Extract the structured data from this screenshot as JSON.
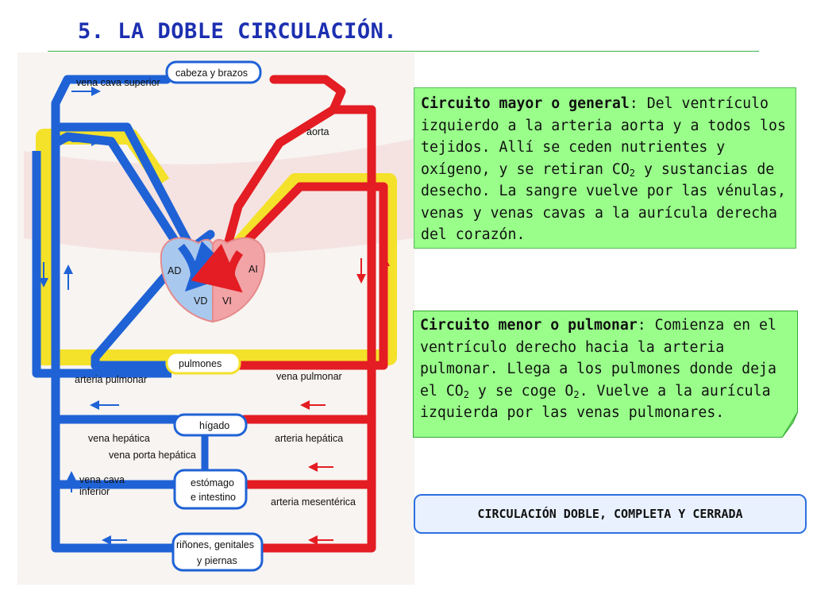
{
  "title": "5. LA DOBLE CIRCULACIÓN.",
  "diagram": {
    "labels": {
      "vena_cava_superior": "vena cava superior",
      "cabeza_brazos": "cabeza y brazos",
      "aorta": "aorta",
      "ad": "AD",
      "ai": "AI",
      "vd": "VD",
      "vi": "VI",
      "pulmones": "pulmones",
      "arteria_pulmonar": "arteria pulmonar",
      "vena_pulmonar": "vena pulmonar",
      "higado": "hígado",
      "vena_hepatica": "vena hepática",
      "arteria_hepatica": "arteria hepática",
      "vena_porta": "vena porta hepática",
      "vena_cava_inferior_1": "vena cava",
      "vena_cava_inferior_2": "inferior",
      "estomago_1": "estómago",
      "estomago_2": "e intestino",
      "arteria_mesenterica": "arteria mesentérica",
      "rinones_1": "riñones, genitales",
      "rinones_2": "y piernas"
    },
    "colors": {
      "vein": "#1f62d6",
      "artery": "#e31d23",
      "pulmonary_loop": "#f4e12a",
      "heart_right": "#a9c8ee",
      "heart_left": "#f2a3a6"
    }
  },
  "circuito_mayor": {
    "title": "Circuito mayor o general",
    "text_a": ": Del ventrículo izquierdo a la arteria aorta y a todos los tejidos. Allí se ceden nutrientes y oxígeno, y se retiran CO",
    "sub": "2",
    "text_b": " y sustancias de desecho. La sangre vuelve por las vénulas, venas y venas cavas a la aurícula derecha del corazón."
  },
  "circuito_menor": {
    "title": "Circuito menor o pulmonar",
    "text_a": ": Comienza en el ventrículo derecho hacia la arteria pulmonar. Llega a los pulmones donde deja el CO",
    "sub1": "2",
    "text_b": " y se coge O",
    "sub2": "2",
    "text_c": ". Vuelve a la aurícula izquierda por las venas pulmonares."
  },
  "summary": "CIRCULACIÓN DOBLE, COMPLETA Y CERRADA"
}
